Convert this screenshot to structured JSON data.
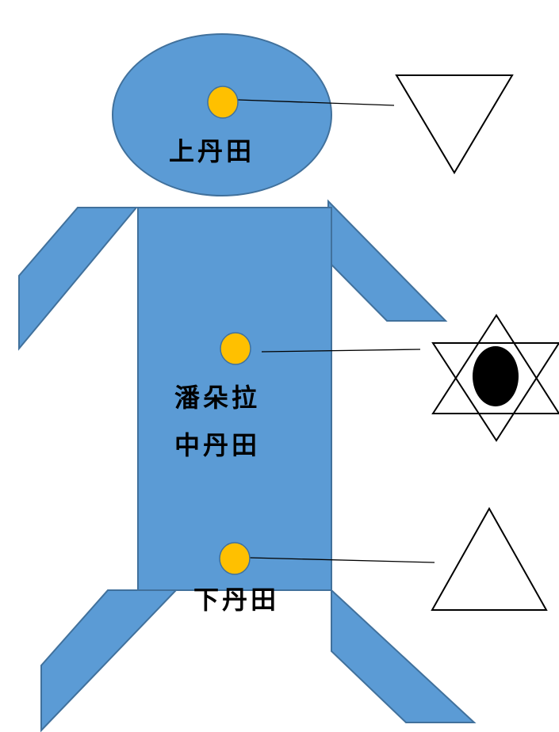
{
  "labels": {
    "upper": "上丹田",
    "middle_1": "潘朵拉",
    "middle_2": "中丹田",
    "lower": "下丹田"
  },
  "colors": {
    "body_fill": "#5b9bd5",
    "body_stroke": "#41719c",
    "dot_fill": "#ffc000",
    "dot_stroke": "#41719c",
    "symbol_stroke": "#000000",
    "symbol_fill": "#ffffff",
    "eye_fill": "#000000"
  },
  "symbols": {
    "upper": "downward-triangle",
    "middle": "hexagram-with-eye",
    "lower": "upward-triangle"
  }
}
